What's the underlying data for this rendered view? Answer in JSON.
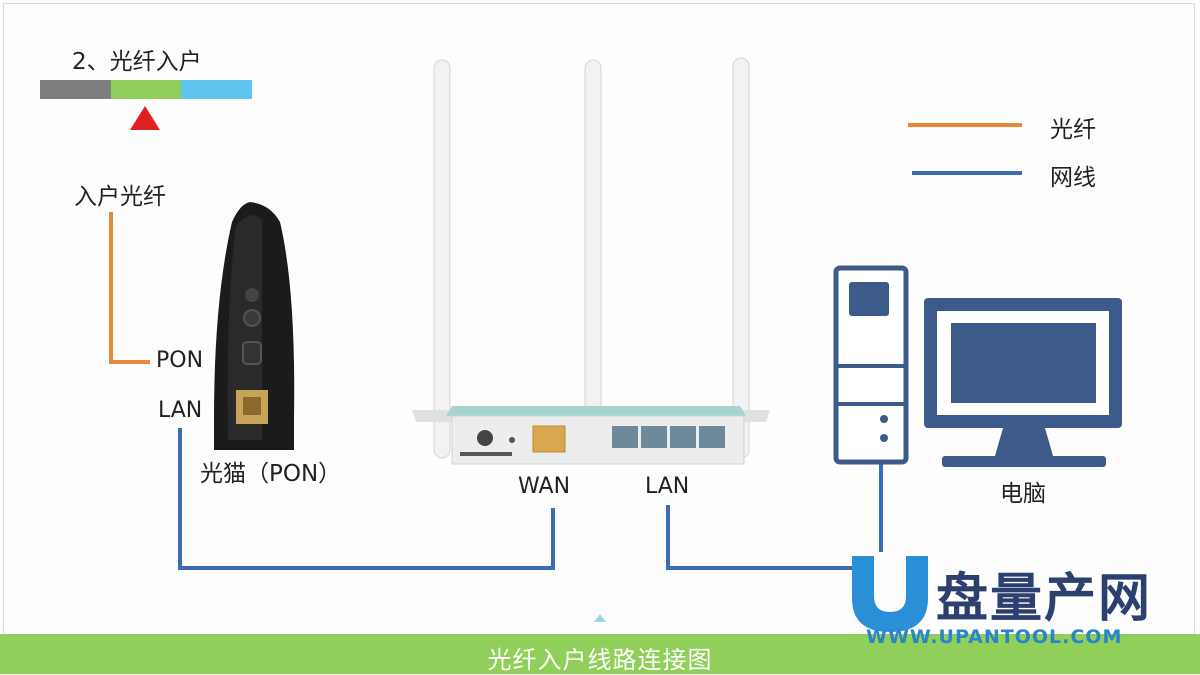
{
  "step_title": "2、光纤入户",
  "labels": {
    "incoming_fiber": "入户光纤",
    "pon": "PON",
    "lan_modem": "LAN",
    "modem_name": "光猫（PON）",
    "wan": "WAN",
    "lan_router": "LAN",
    "computer": "电脑"
  },
  "legend": [
    {
      "label": "光纤",
      "color": "#e8873a"
    },
    {
      "label": "网线",
      "color": "#3a6db5"
    }
  ],
  "progress_segments": [
    {
      "color": "#7e7e7e"
    },
    {
      "color": "#8fcf5a",
      "active": true
    },
    {
      "color": "#5ec4f0"
    }
  ],
  "caption": "光纤入户线路连接图",
  "brand": {
    "name": "盘量产网",
    "url": "WWW.UPANTOOL.COM"
  },
  "colors": {
    "fiber": "#e8873a",
    "cable": "#3a6db5",
    "marker": "#e02020",
    "accent_green": "#8fcf5a"
  }
}
